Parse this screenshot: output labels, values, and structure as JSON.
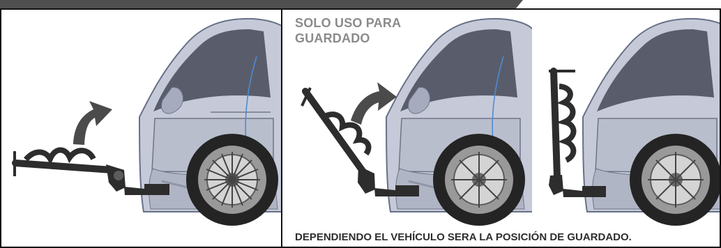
{
  "storage_note": {
    "title": "SOLO USO PARA\nGUARDADO"
  },
  "footer": {
    "text": "DEPENDIENDO EL VEHÍCULO SERA LA POSICIÓN DE GUARDADO."
  },
  "steps": [
    {
      "rack_position": "horizontal"
    },
    {
      "rack_position": "tilted"
    },
    {
      "rack_position": "vertical"
    }
  ],
  "colors": {
    "car_body": "#c6cad8",
    "car_shadow": "#9ea4b8",
    "window": "#474b58",
    "rack": "#2d2d2d",
    "arrow": "#4b4b4b",
    "frame": "#111111",
    "top_bar": "#4f4f4f"
  }
}
